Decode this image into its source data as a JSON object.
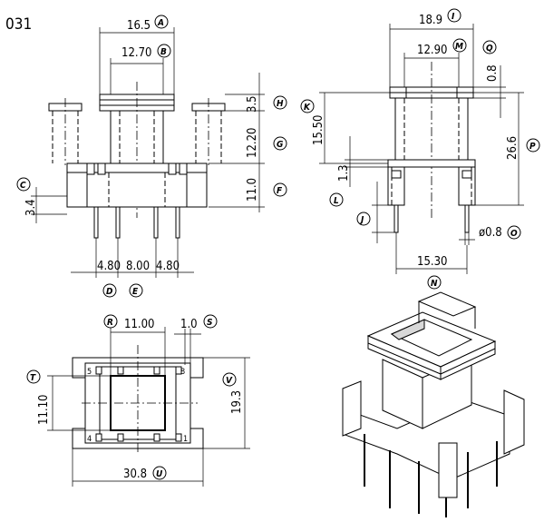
{
  "drawing_code": "031",
  "top_view": {
    "dims": {
      "A": {
        "value": "16.5",
        "letter": "A"
      },
      "B": {
        "value": "12.70",
        "letter": "B"
      },
      "H": {
        "value": "3.5",
        "letter": "H"
      },
      "G": {
        "value": "12.20",
        "letter": "G"
      },
      "F": {
        "value": "11.0",
        "letter": "F"
      },
      "C": {
        "value": "3.4",
        "letter": "C"
      },
      "D": {
        "value": "4.80",
        "letter": "D"
      },
      "E": {
        "value": "8.00",
        "letter": "E"
      },
      "D2": {
        "value": "4.80"
      }
    }
  },
  "side_view": {
    "dims": {
      "I": {
        "value": "18.9",
        "letter": "I"
      },
      "M": {
        "value": "12.90",
        "letter": "M"
      },
      "Q": {
        "value": "0.8",
        "letter": "Q"
      },
      "K": {
        "value": "15.50",
        "letter": "K"
      },
      "P": {
        "value": "26.6",
        "letter": "P"
      },
      "L": {
        "value": "1.3",
        "letter": "L"
      },
      "J": {
        "value": "J",
        "letter": "J"
      },
      "O": {
        "value": "ø0.8",
        "letter": "O"
      },
      "N": {
        "value": "15.30",
        "letter": "N"
      }
    }
  },
  "bottom_view": {
    "dims": {
      "R": {
        "value": "11.00",
        "letter": "R"
      },
      "S": {
        "value": "1.0",
        "letter": "S"
      },
      "T": {
        "value": "11.10",
        "letter": "T"
      },
      "V": {
        "value": "19.3",
        "letter": "V"
      },
      "U": {
        "value": "30.8",
        "letter": "U"
      }
    },
    "pins": {
      "p5": "5",
      "p8": "8",
      "p4": "4",
      "p1": "1"
    }
  }
}
